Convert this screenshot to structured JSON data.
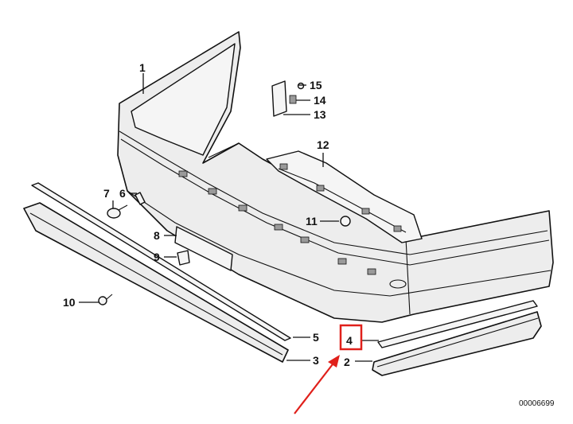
{
  "diagram": {
    "callouts": [
      {
        "id": "1",
        "label": "1"
      },
      {
        "id": "2",
        "label": "2"
      },
      {
        "id": "3",
        "label": "3"
      },
      {
        "id": "4",
        "label": "4"
      },
      {
        "id": "5",
        "label": "5"
      },
      {
        "id": "6",
        "label": "6"
      },
      {
        "id": "7",
        "label": "7"
      },
      {
        "id": "8",
        "label": "8"
      },
      {
        "id": "9",
        "label": "9"
      },
      {
        "id": "10",
        "label": "10"
      },
      {
        "id": "11",
        "label": "11"
      },
      {
        "id": "12",
        "label": "12"
      },
      {
        "id": "13",
        "label": "13"
      },
      {
        "id": "14",
        "label": "14"
      },
      {
        "id": "15",
        "label": "15"
      }
    ],
    "document_number": "00006699",
    "highlight": {
      "target_callout": "4",
      "color": "#e0201b"
    }
  }
}
